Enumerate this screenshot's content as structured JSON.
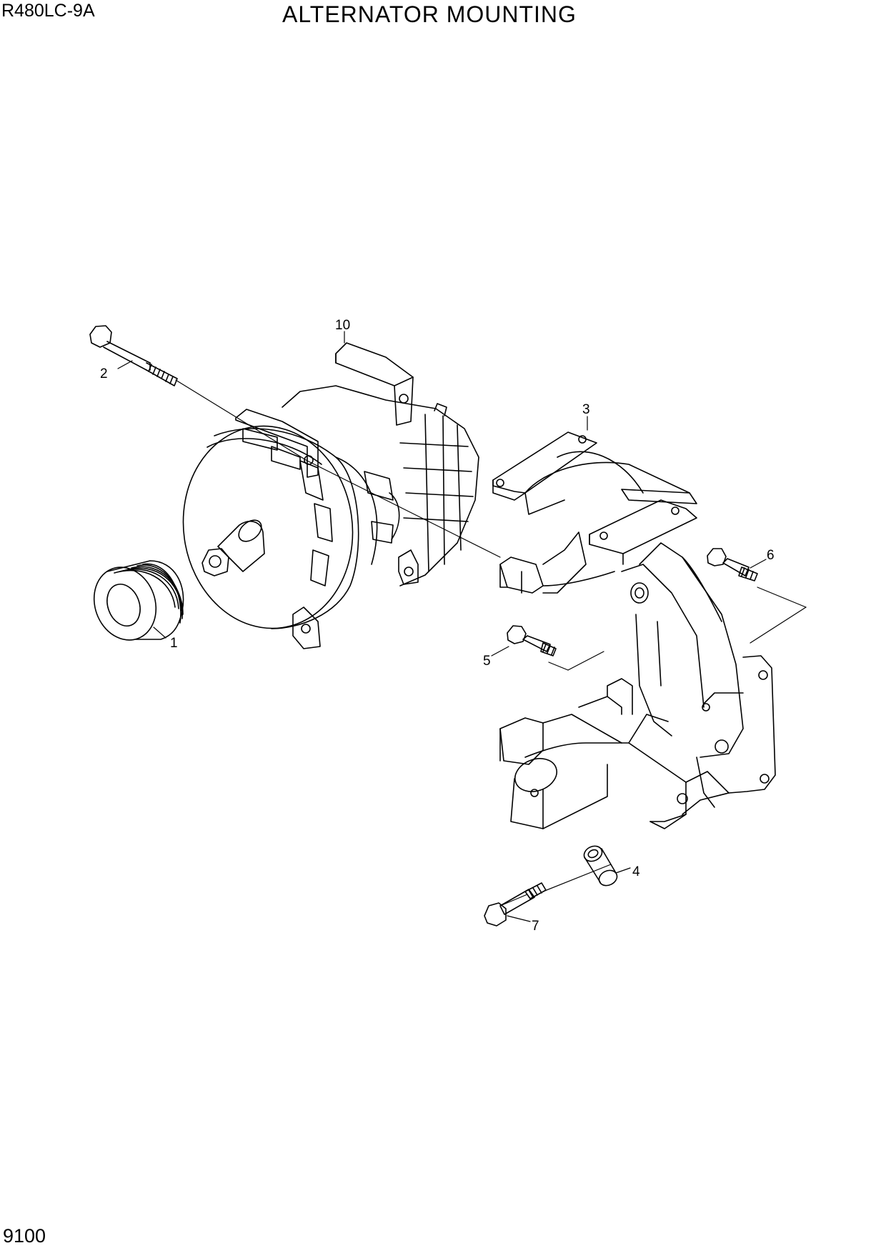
{
  "header": {
    "model": "R480LC-9A",
    "title": "ALTERNATOR MOUNTING"
  },
  "footer": {
    "page_number": "9100"
  },
  "callouts": [
    {
      "id": "pulley",
      "label": "1"
    },
    {
      "id": "long-bolt",
      "label": "2"
    },
    {
      "id": "bracket",
      "label": "3"
    },
    {
      "id": "spacer-bushing",
      "label": "4"
    },
    {
      "id": "bolt-5",
      "label": "5"
    },
    {
      "id": "bolt-6",
      "label": "6"
    },
    {
      "id": "bolt-7",
      "label": "7"
    },
    {
      "id": "alternator",
      "label": "10"
    }
  ]
}
